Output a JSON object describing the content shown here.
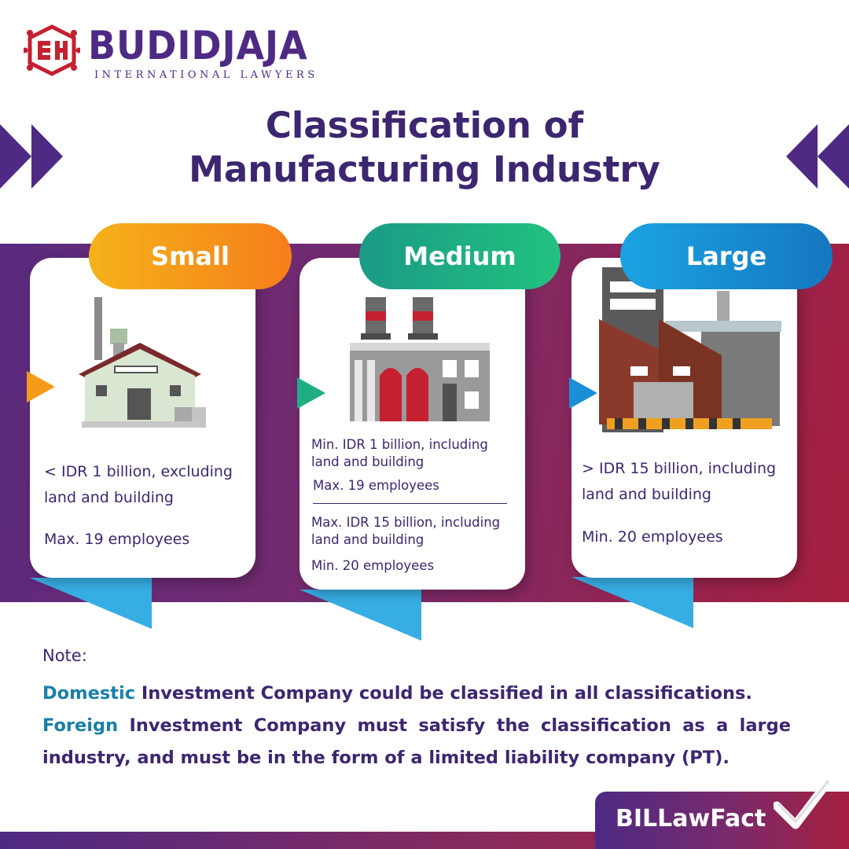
{
  "brand": {
    "name": "BUDIDJAJA",
    "subtitle": "INTERNATIONAL LAWYERS",
    "colors": {
      "primary": "#4e2a84",
      "logo_red": "#c4202f"
    }
  },
  "title": {
    "line1": "Classification of",
    "line2": "Manufacturing Industry"
  },
  "cards": {
    "small": {
      "label": "Small",
      "capital": "< IDR 1 billion, excluding land and building",
      "employees": "Max. 19 employees",
      "icon": "small-factory-icon"
    },
    "medium": {
      "label": "Medium",
      "capital_min": "Min. IDR 1 billion, including land and building",
      "employees_max": "Max. 19 employees",
      "capital_max": "Max. IDR 15 billion, including land and building",
      "employees_min": "Min. 20 employees",
      "icon": "medium-factory-icon"
    },
    "large": {
      "label": "Large",
      "capital": "> IDR 15 billion, including land and building",
      "employees": "Min. 20 employees",
      "icon": "large-factory-icon"
    }
  },
  "note": {
    "label": "Note:",
    "domestic_word": "Domestic",
    "domestic_rest": " Investment Company could be classified in all classifications.",
    "foreign_word": "Foreign",
    "foreign_rest": " Investment Company must satisfy the classification as a large industry, and must be in the form of a limited liability company (PT)."
  },
  "tag": {
    "label": "BILLawFact",
    "icon": "checkmark-icon"
  }
}
